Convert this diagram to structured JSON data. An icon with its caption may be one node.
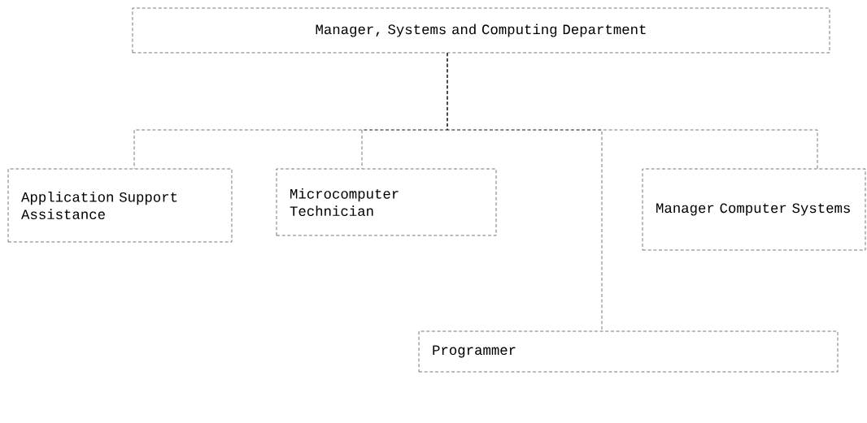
{
  "diagram": {
    "nodes": [
      {
        "text": [
          "Manager, Systems and Computing Department"
        ]
      },
      {
        "text": [
          "Application Support Assistance"
        ]
      },
      {
        "text": [
          "Microcomputer Technician"
        ]
      },
      {
        "text": [
          "Manager Computer Systems"
        ]
      },
      {
        "text": [
          "Programmer"
        ]
      }
    ],
    "edges": [
      {
        "from": 0,
        "to": 1,
        "arrow": "none",
        "style": "dashed"
      },
      {
        "from": 0,
        "to": 2,
        "arrow": "none",
        "style": "dashed"
      },
      {
        "from": 0,
        "to": 3,
        "arrow": "none",
        "style": "dashed"
      },
      {
        "from": 0,
        "to": 4,
        "arrow": "none",
        "style": "dashed"
      }
    ]
  }
}
